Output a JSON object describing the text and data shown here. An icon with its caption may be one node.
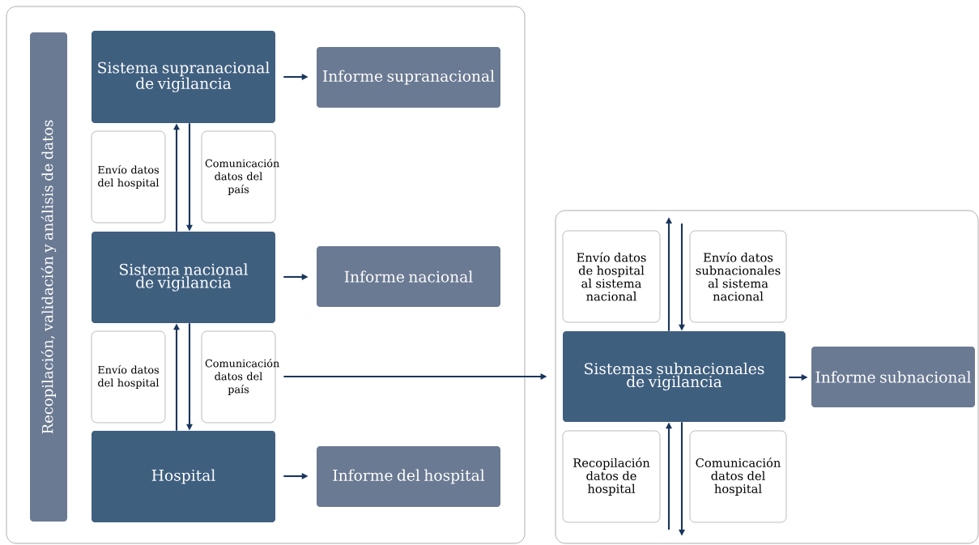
{
  "diagram": {
    "nodes": [
      {
        "text": [],
        "shape": "box"
      },
      {
        "text": [
          "Recopilación, validación y análisis de datos"
        ],
        "in": 0
      },
      {
        "text": [
          "Sistema supranacional de vigilancia"
        ],
        "in": 0
      },
      {
        "text": [
          "Informe supranacional"
        ],
        "in": 0
      },
      {
        "text": [
          "Envío datos del hospital"
        ],
        "in": 0
      },
      {
        "text": [
          "Comunicación datos del país"
        ],
        "in": 0
      },
      {
        "text": [
          "Sistema nacional de vigilancia"
        ],
        "in": 0
      },
      {
        "text": [
          "Informe nacional"
        ],
        "in": 0
      },
      {
        "text": [
          "Envío datos del hospital"
        ],
        "in": 0
      },
      {
        "text": [
          "Comunicación datos del país"
        ],
        "in": 0
      },
      {
        "text": [
          "Hospital"
        ],
        "in": 0
      },
      {
        "text": [
          "Informe del hospital"
        ],
        "in": 0
      },
      {
        "text": [],
        "shape": "box"
      },
      {
        "text": [
          "Envío datos de hospital al sistema nacional"
        ],
        "in": 12
      },
      {
        "text": [
          "Envío datos subnacionales al sistema nacional"
        ],
        "in": 12
      },
      {
        "text": [
          "Sistemas subnacionales de vigilancia"
        ],
        "in": 12
      },
      {
        "text": [
          "Informe subnacional"
        ],
        "in": 12
      },
      {
        "text": [
          "Recopilación datos de hospital"
        ],
        "in": 12
      },
      {
        "text": [
          "Comunicación datos del hospital"
        ],
        "in": 12
      }
    ],
    "edges": [
      {
        "from": 2,
        "to": 3,
        "arrow": "to"
      },
      {
        "from": 6,
        "to": 2,
        "arrow": "to"
      },
      {
        "from": 2,
        "to": 6,
        "arrow": "to"
      },
      {
        "from": 6,
        "to": 7,
        "arrow": "to"
      },
      {
        "from": 10,
        "to": 6,
        "arrow": "to"
      },
      {
        "from": 6,
        "to": 10,
        "arrow": "to"
      },
      {
        "from": 9,
        "to": 12,
        "arrow": "to"
      },
      {
        "from": 10,
        "to": 11,
        "arrow": "to"
      },
      {
        "from": 15,
        "to": null,
        "arrow": "to"
      },
      {
        "from": null,
        "to": 15,
        "arrow": "to"
      },
      {
        "from": 15,
        "to": 16,
        "arrow": "to"
      },
      {
        "from": null,
        "to": 15,
        "arrow": "to"
      },
      {
        "from": 15,
        "to": null,
        "arrow": "to"
      }
    ]
  }
}
